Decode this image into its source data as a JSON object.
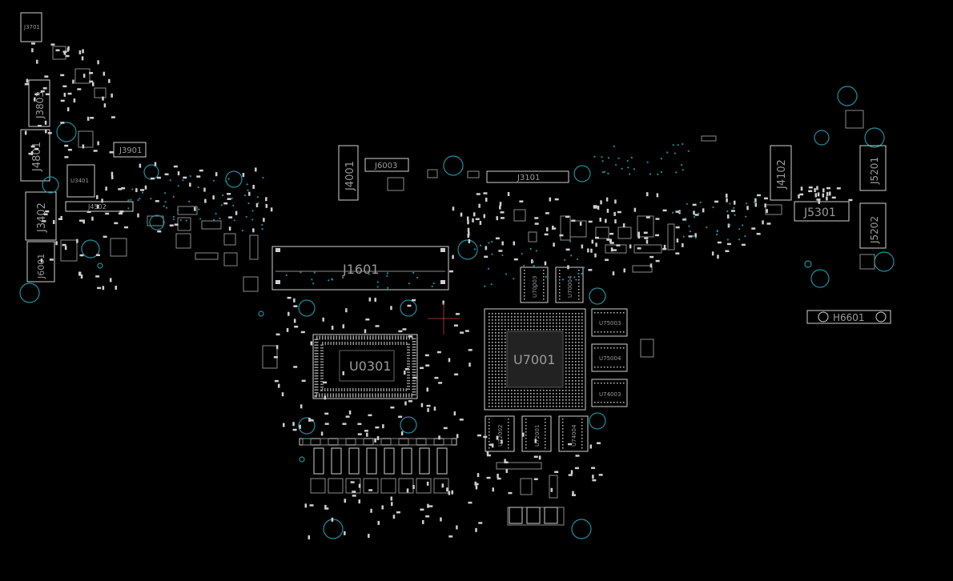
{
  "board": {
    "background": "#000000",
    "outline_color": "#d0d0d0",
    "hole_color": "#1e8fa0",
    "label_color": "#9a9a9a"
  },
  "components": {
    "J3701": "J3701",
    "J3803": "J3803",
    "J4801": "J4801",
    "J3901": "J3901",
    "U3401": "U3401",
    "J4502": "J4502",
    "J3402": "J3402",
    "J6001": "J6001",
    "J4001": "J4001",
    "J6003": "J6003",
    "J3101": "J3101",
    "J1601": "J1601",
    "U0301": "U0301",
    "U7001": "U7001",
    "U75003": "U75003",
    "U75004": "U75004",
    "U74003": "U74003",
    "U70003": "U70003",
    "U70004": "U70004",
    "U72002": "U72002",
    "U72001": "U72001",
    "U74004": "U74004",
    "J4102": "J4102",
    "J5301": "J5301",
    "J5201": "J5201",
    "J5202": "J5202",
    "H6601": "H6601"
  }
}
